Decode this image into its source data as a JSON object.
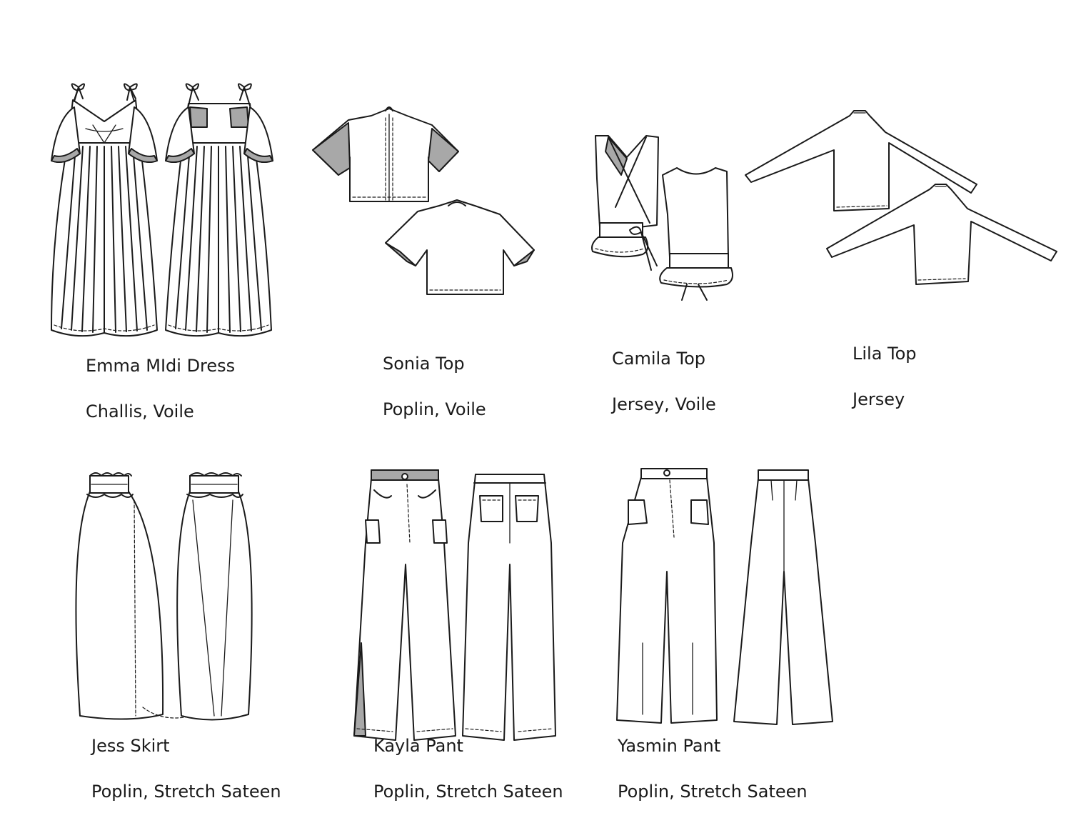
{
  "garments": [
    {
      "name": "Emma MIdi Dress",
      "fabrics": "Challis, Voile"
    },
    {
      "name": "Sonia Top",
      "fabrics": "Poplin, Voile"
    },
    {
      "name": "Camila Top",
      "fabrics": "Jersey, Voile"
    },
    {
      "name": "Lila Top",
      "fabrics": "Jersey"
    },
    {
      "name": "Jess Skirt",
      "fabrics": "Poplin, Stretch Sateen"
    },
    {
      "name": "Kayla Pant",
      "fabrics": "Poplin, Stretch Sateen"
    },
    {
      "name": "Yasmin Pant",
      "fabrics": "Poplin, Stretch Sateen"
    }
  ],
  "colors": {
    "line": "#1a1a1a",
    "shade": "#a8a8a8",
    "background": "#ffffff"
  }
}
